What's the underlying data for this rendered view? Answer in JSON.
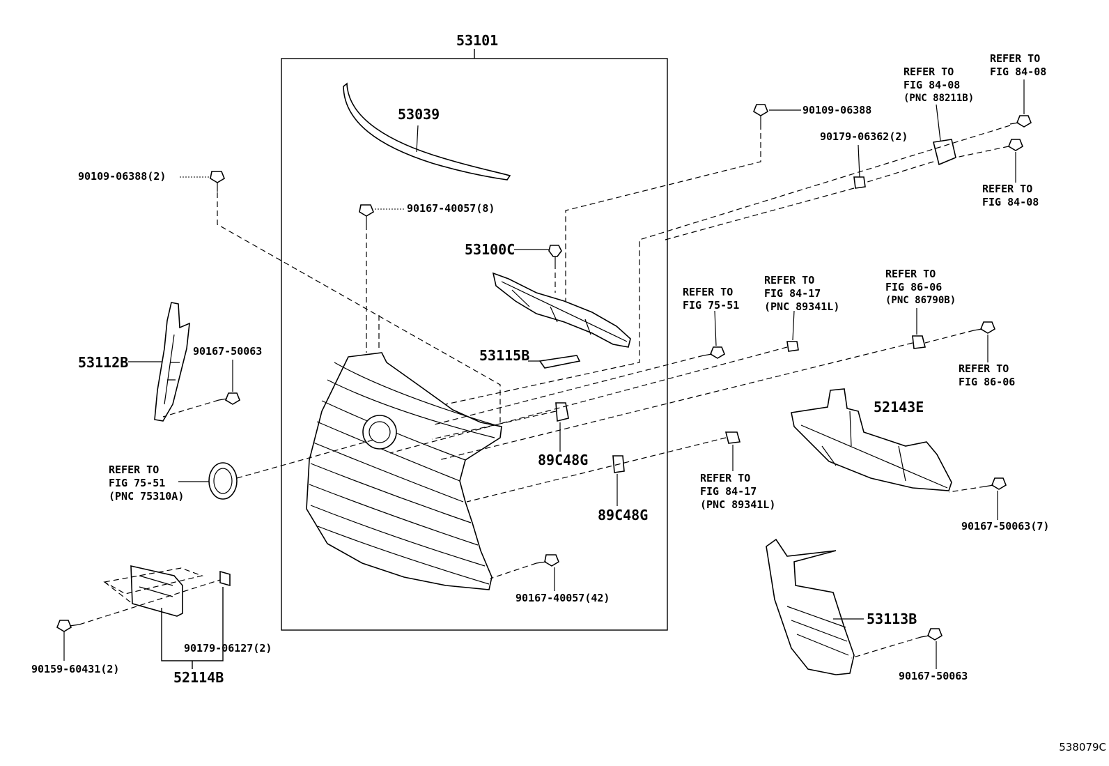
{
  "diagram": {
    "assembly_label": "53101",
    "diagram_id": "538079C",
    "parts": {
      "p53039": "53039",
      "p53100c": "53100C",
      "p53115b": "53115B",
      "p53112b": "53112B",
      "p89c48g_a": "89C48G",
      "p89c48g_b": "89C48G",
      "p52143e": "52143E",
      "p53113b": "53113B",
      "p52114b": "52114B",
      "b90109_2": "90109-06388(2)",
      "b90109": "90109-06388",
      "b90167_8": "90167-40057(8)",
      "b90167_42": "90167-40057(42)",
      "b90167_50063_left": "90167-50063",
      "b90167_50063_7": "90167-50063(7)",
      "b90167_50063_right": "90167-50063",
      "b90179_2": "90179-06362(2)",
      "b90179_06127": "90179-06127(2)",
      "b90159": "90159-60431(2)"
    },
    "refs": {
      "r_fig8408_pnc": {
        "l1": "REFER TO",
        "l2": "FIG 84-08",
        "l3": "(PNC 88211B)"
      },
      "r_fig8408_top": {
        "l1": "REFER TO",
        "l2": "FIG 84-08"
      },
      "r_fig8408_mid": {
        "l1": "REFER TO",
        "l2": "FIG 84-08"
      },
      "r_fig7551": {
        "l1": "REFER TO",
        "l2": "FIG 75-51"
      },
      "r_fig8417_a": {
        "l1": "REFER TO",
        "l2": "FIG 84-17",
        "l3": "(PNC 89341L)"
      },
      "r_fig8606_pnc": {
        "l1": "REFER TO",
        "l2": "FIG 86-06",
        "l3": "(PNC 86790B)"
      },
      "r_fig8606": {
        "l1": "REFER TO",
        "l2": "FIG 86-06"
      },
      "r_fig7551_pnc": {
        "l1": "REFER TO",
        "l2": "FIG 75-51",
        "l3": "(PNC 75310A)"
      },
      "r_fig8417_b": {
        "l1": "REFER TO",
        "l2": "FIG 84-17",
        "l3": "(PNC 89341L)"
      }
    }
  }
}
